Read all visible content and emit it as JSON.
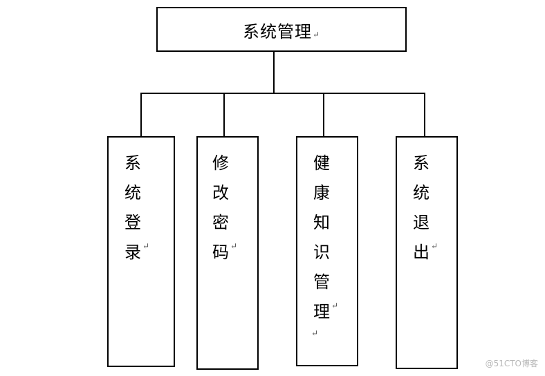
{
  "root": {
    "label": "系统管理",
    "mark": "↵"
  },
  "children": [
    {
      "chars": [
        "系",
        "统",
        "登",
        "录"
      ],
      "mark": "↵"
    },
    {
      "chars": [
        "修",
        "改",
        "密",
        "码"
      ],
      "mark": "↵"
    },
    {
      "chars": [
        "健",
        "康",
        "知",
        "识",
        "管",
        "理"
      ],
      "mark": "↵",
      "trailing_mark": "↵"
    },
    {
      "chars": [
        "系",
        "统",
        "退",
        "出"
      ],
      "mark": "↵"
    }
  ],
  "watermark": "@51CTO博客"
}
